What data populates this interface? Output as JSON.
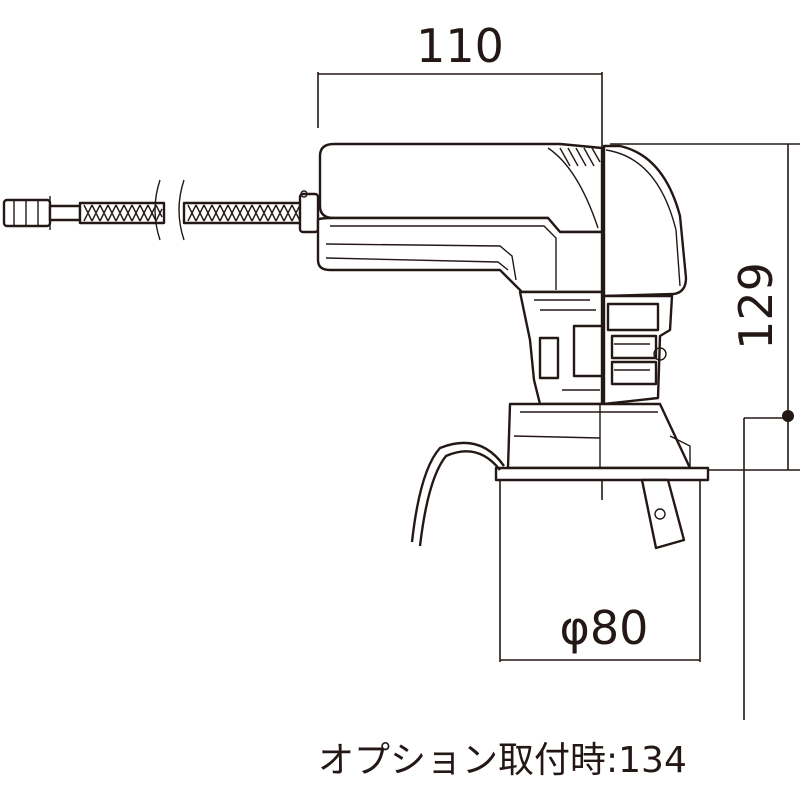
{
  "dimensions": {
    "width_label": "110",
    "height_label": "129",
    "diameter_label": "φ80",
    "option_note": "オプション取付時:134"
  }
}
